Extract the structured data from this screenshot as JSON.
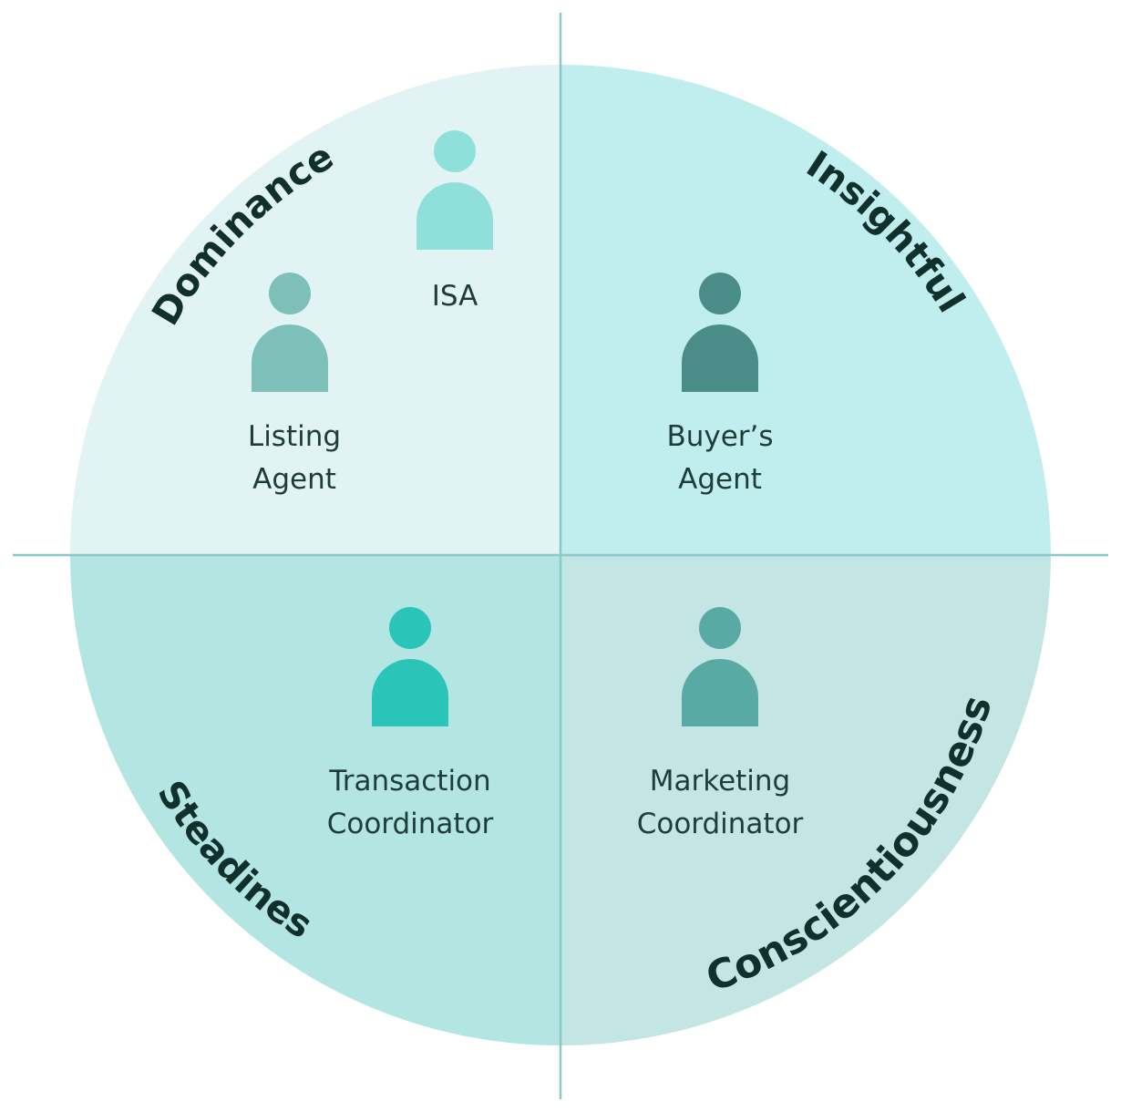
{
  "quadrants": {
    "dominance": {
      "label": "Dominance",
      "color": "#e1f3f3"
    },
    "insightful": {
      "label": "Insightful",
      "color": "#c0eeee"
    },
    "steadiness": {
      "label": "Steadiness",
      "color": "#b3e5e2"
    },
    "conscientiousness": {
      "label": "Conscientiousness",
      "color": "#c3e5e4"
    }
  },
  "axis_color": "#86c9c7",
  "roles": {
    "isa": {
      "line1": "ISA",
      "icon_color": "#8fe0da"
    },
    "listing_agent": {
      "line1": "Listing",
      "line2": "Agent",
      "icon_color": "#7dc0ba"
    },
    "buyers_agent": {
      "line1": "Buyer’s",
      "line2": "Agent",
      "icon_color": "#4a8c88"
    },
    "transaction_coordinator": {
      "line1": "Transaction",
      "line2": "Coordinator",
      "icon_color": "#2ac4b9"
    },
    "marketing_coordinator": {
      "line1": "Marketing",
      "line2": "Coordinator",
      "icon_color": "#59aaa5"
    }
  }
}
